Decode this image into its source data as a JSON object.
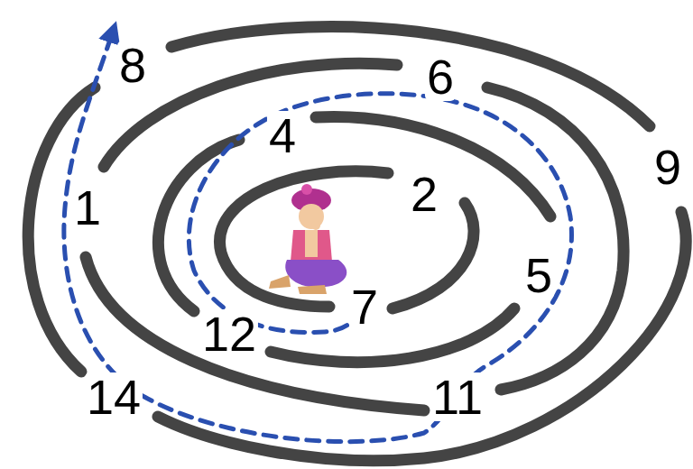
{
  "diagram": {
    "labels": [
      "8",
      "6",
      "4",
      "2",
      "9",
      "1",
      "5",
      "12",
      "7",
      "14",
      "11"
    ]
  }
}
